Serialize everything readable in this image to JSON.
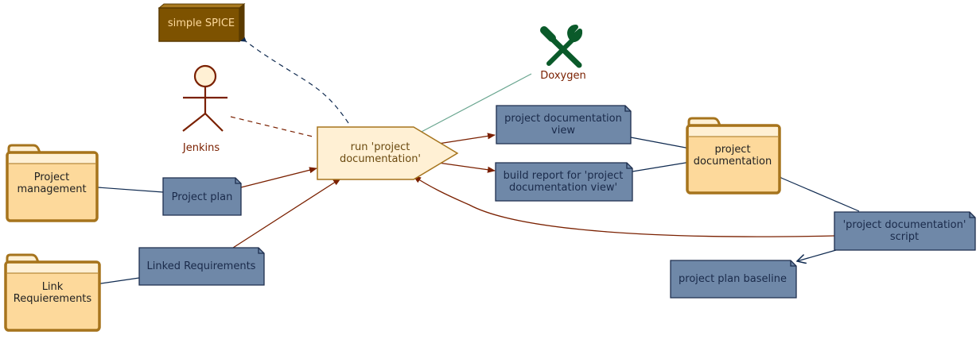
{
  "colors": {
    "artifact_fill": "#6f88a8",
    "artifact_stroke": "#1e2e4e",
    "folder_fill": "#fdd99b",
    "folder_tab_fill": "#fff0d4",
    "folder_stroke": "#a6741d",
    "process_fill": "#fff0d4",
    "process_stroke": "#a6741d",
    "flow_arrow": "#7a2000",
    "composition": "#0f2a50",
    "tool_link": "#6aa690",
    "tool_icon": "#0a5a2a",
    "spice_fill": "#7d5200",
    "spice_stroke": "#5a3a00",
    "spice_text": "#fdd99b"
  },
  "nodes": {
    "spice": {
      "label": "simple SPICE"
    },
    "actor": {
      "label": "Jenkins",
      "icon": "stick-figure-icon"
    },
    "tool": {
      "label": "Doxygen",
      "icon": "wrench-screwdriver-icon"
    },
    "process": {
      "line1": "run 'project",
      "line2": "documentation'"
    },
    "folder_pm": {
      "line1": "Project",
      "line2": "management"
    },
    "folder_link": {
      "line1": "Link",
      "line2": "Requierements"
    },
    "folder_doc": {
      "line1": "project",
      "line2": "documentation"
    },
    "project_plan": {
      "label": "Project plan"
    },
    "linked_req": {
      "label": "Linked Requirements"
    },
    "doc_view": {
      "line1": "project documentation",
      "line2": "view"
    },
    "build_report": {
      "line1": "build report for 'project",
      "line2": "documentation view'"
    },
    "doc_script": {
      "line1": "'project documentation'",
      "line2": "script"
    },
    "baseline": {
      "label": "project plan baseline"
    }
  }
}
